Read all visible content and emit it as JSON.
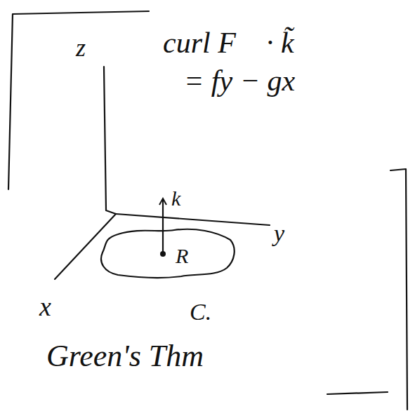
{
  "diagram": {
    "nodes": [
      {
        "text": [
          "R"
        ]
      }
    ],
    "labels": [
      "z",
      "curl F⃗ · k̃",
      "= fy − gx",
      "k⃗",
      "y",
      "x",
      "C.",
      "Green's Thm"
    ]
  }
}
